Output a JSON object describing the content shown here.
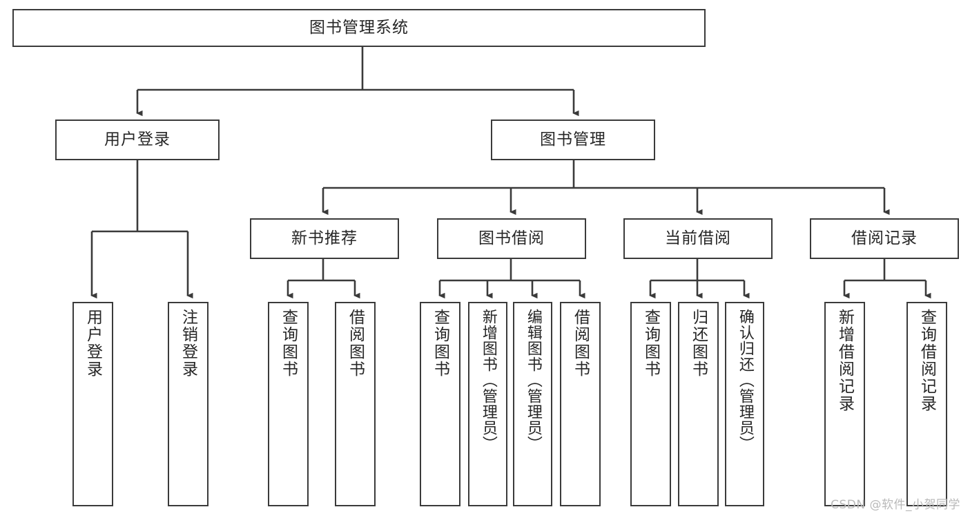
{
  "diagram": {
    "title": "图书管理系统",
    "type": "tree-hierarchy-chart",
    "root": {
      "label": "图书管理系统"
    },
    "level2": [
      {
        "label": "用户登录"
      },
      {
        "label": "图书管理"
      }
    ],
    "level3": [
      {
        "label": "新书推荐"
      },
      {
        "label": "图书借阅"
      },
      {
        "label": "当前借阅"
      },
      {
        "label": "借阅记录"
      }
    ],
    "leaves": {
      "user_login": [
        {
          "label": "用户登录"
        },
        {
          "label": "注销登录"
        }
      ],
      "new_book_recommend": [
        {
          "label": "查询图书"
        },
        {
          "label": "借阅图书"
        }
      ],
      "book_borrow": [
        {
          "label": "查询图书"
        },
        {
          "label": "新增图书（管理员）"
        },
        {
          "label": "编辑图书（管理员）"
        },
        {
          "label": "借阅图书"
        }
      ],
      "current_borrow": [
        {
          "label": "查询图书"
        },
        {
          "label": "归还图书"
        },
        {
          "label": "确认归还（管理员）"
        }
      ],
      "borrow_record": [
        {
          "label": "新增借阅记录"
        },
        {
          "label": "查询借阅记录"
        }
      ]
    }
  },
  "watermark": {
    "text": "CSDN @软件_小贺同学"
  },
  "colors": {
    "stroke": "#3a3a3a",
    "text": "#262626",
    "background": "#ffffff",
    "watermark": "#b9b9b9"
  }
}
